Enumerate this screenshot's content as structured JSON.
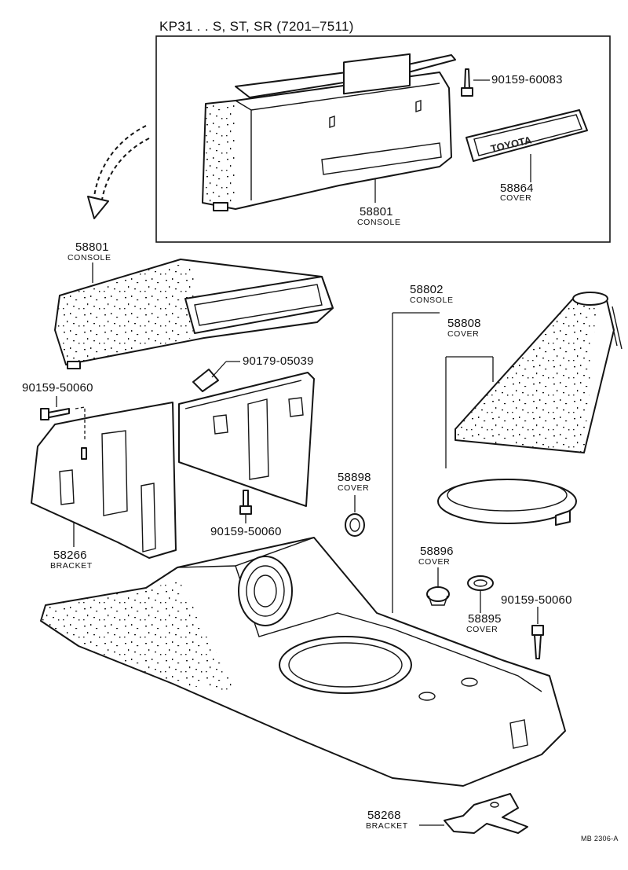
{
  "title": "KP31 . . S, ST, SR (7201–7511)",
  "drawing_code": "MB 2306-A",
  "parts": [
    {
      "id": "p-90159-60083",
      "number": "90159-60083",
      "name": ""
    },
    {
      "id": "p-58864",
      "number": "58864",
      "name": "COVER"
    },
    {
      "id": "p-58801-inset",
      "number": "58801",
      "name": "CONSOLE"
    },
    {
      "id": "p-58801",
      "number": "58801",
      "name": "CONSOLE"
    },
    {
      "id": "p-90179-05039",
      "number": "90179-05039",
      "name": ""
    },
    {
      "id": "p-90159-50060-left",
      "number": "90159-50060",
      "name": ""
    },
    {
      "id": "p-90159-50060-mid",
      "number": "90159-50060",
      "name": ""
    },
    {
      "id": "p-58266",
      "number": "58266",
      "name": "BRACKET"
    },
    {
      "id": "p-58802",
      "number": "58802",
      "name": "CONSOLE"
    },
    {
      "id": "p-58808",
      "number": "58808",
      "name": "COVER"
    },
    {
      "id": "p-58898",
      "number": "58898",
      "name": "COVER"
    },
    {
      "id": "p-58896",
      "number": "58896",
      "name": "COVER"
    },
    {
      "id": "p-58895",
      "number": "58895",
      "name": "COVER"
    },
    {
      "id": "p-90159-50060-right",
      "number": "90159-50060",
      "name": ""
    },
    {
      "id": "p-58268",
      "number": "58268",
      "name": "BRACKET"
    }
  ]
}
